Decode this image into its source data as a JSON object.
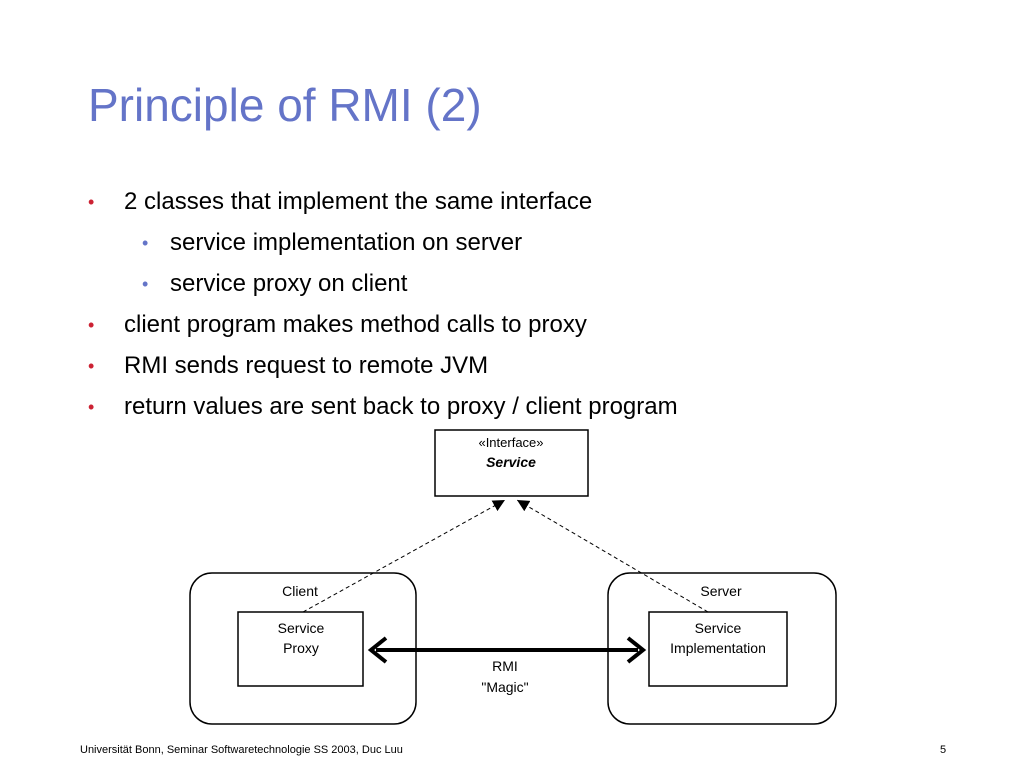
{
  "slide": {
    "title": "Principle of RMI (2)",
    "bullets": [
      {
        "text": "2 classes that implement the same interface",
        "level": 1
      },
      {
        "text": "service implementation on server",
        "level": 2
      },
      {
        "text": "service proxy on client",
        "level": 2
      },
      {
        "text": "client program makes method calls to proxy",
        "level": 1
      },
      {
        "text": "RMI sends request to remote JVM",
        "level": 1
      },
      {
        "text": "return values are sent back to proxy / client program",
        "level": 1
      }
    ],
    "bullet_symbol": "•",
    "colors": {
      "title": "#6474c8",
      "bullet_level1": "#cc2233",
      "bullet_level2": "#6474c8"
    }
  },
  "diagram": {
    "interface_stereotype": "«Interface»",
    "interface_name": "Service",
    "client_label": "Client",
    "server_label": "Server",
    "proxy_line1": "Service",
    "proxy_line2": "Proxy",
    "impl_line1": "Service",
    "impl_line2": "Implementation",
    "rmi_line1": "RMI",
    "rmi_line2": "\"Magic\""
  },
  "footer": {
    "text": "Universität Bonn, Seminar Softwaretechnologie SS 2003, Duc Luu",
    "page_number": "5"
  }
}
